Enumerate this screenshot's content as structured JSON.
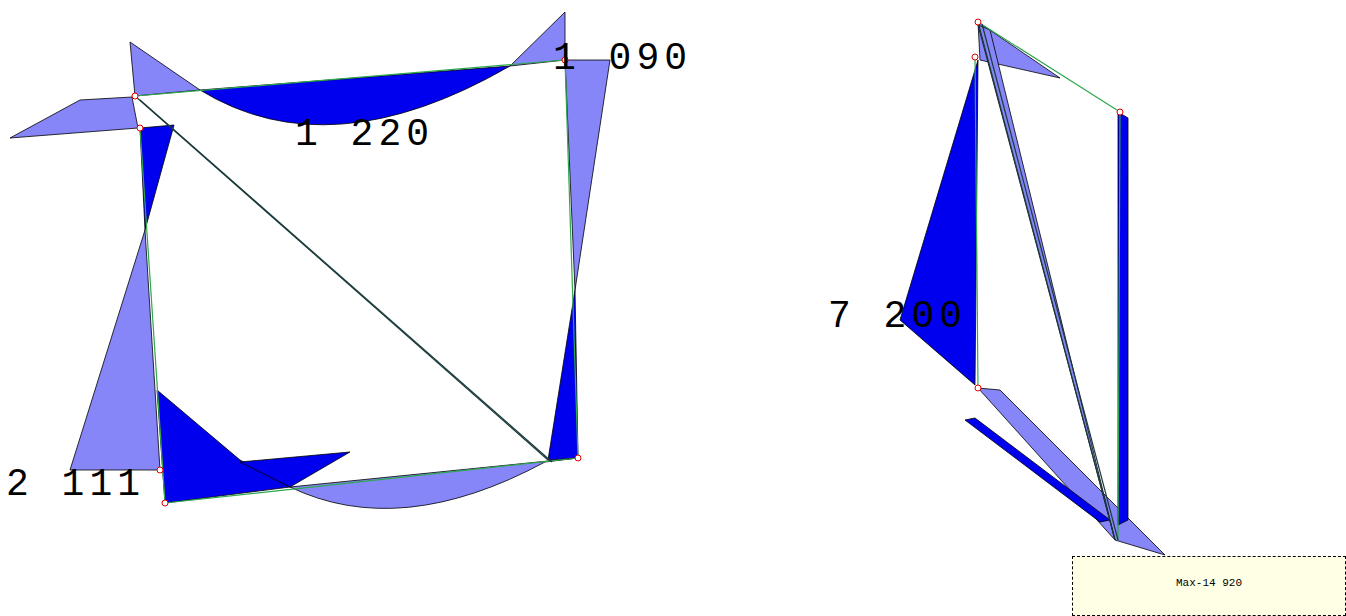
{
  "diagram": {
    "nodes": [
      {
        "text": [
          "Max-14 920"
        ]
      }
    ],
    "labels": [
      "1 090",
      "1 220",
      "2 111",
      "7 200"
    ]
  }
}
